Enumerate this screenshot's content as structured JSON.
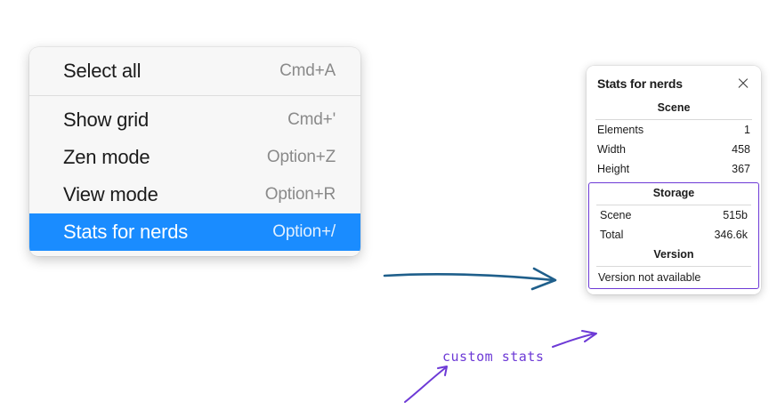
{
  "context_menu": {
    "groups": [
      {
        "items": [
          {
            "label": "Select all",
            "shortcut": "Cmd+A",
            "selected": false
          }
        ]
      },
      {
        "items": [
          {
            "label": "Show grid",
            "shortcut": "Cmd+'",
            "selected": false
          },
          {
            "label": "Zen mode",
            "shortcut": "Option+Z",
            "selected": false
          },
          {
            "label": "View mode",
            "shortcut": "Option+R",
            "selected": false
          },
          {
            "label": "Stats for nerds",
            "shortcut": "Option+/",
            "selected": true
          }
        ]
      }
    ]
  },
  "stats_panel": {
    "title": "Stats for nerds",
    "close_icon": "close-icon",
    "scene_section": {
      "title": "Scene",
      "rows": [
        {
          "key": "Elements",
          "value": "1"
        },
        {
          "key": "Width",
          "value": "458"
        },
        {
          "key": "Height",
          "value": "367"
        }
      ]
    },
    "storage_section": {
      "title": "Storage",
      "rows": [
        {
          "key": "Scene",
          "value": "515b"
        },
        {
          "key": "Total",
          "value": "346.6k"
        }
      ]
    },
    "version_section": {
      "title": "Version",
      "text": "Version not available"
    }
  },
  "annotations": {
    "custom_stats_label": "custom stats",
    "arrow_color": "#1f5f8b",
    "highlight_color": "#6d3ad6",
    "selection_color": "#1a8cff"
  }
}
